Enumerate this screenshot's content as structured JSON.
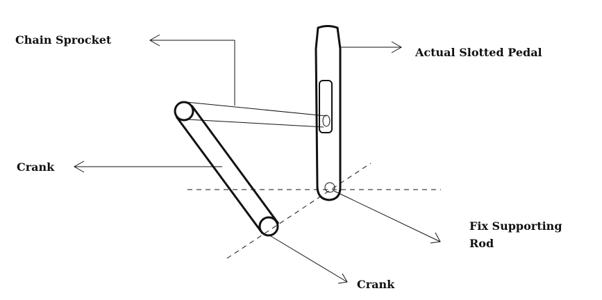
{
  "labels": {
    "chain_sprocket": "Chain Sprocket",
    "actual_slotted_pedal": "Actual Slotted Pedal",
    "crank_left": "Crank",
    "crank_bottom": "Crank",
    "fix_supporting_rod_line1": "Fix Supporting",
    "fix_supporting_rod_line2": "Rod"
  },
  "colors": {
    "stroke": "#111111",
    "background": "#ffffff"
  }
}
